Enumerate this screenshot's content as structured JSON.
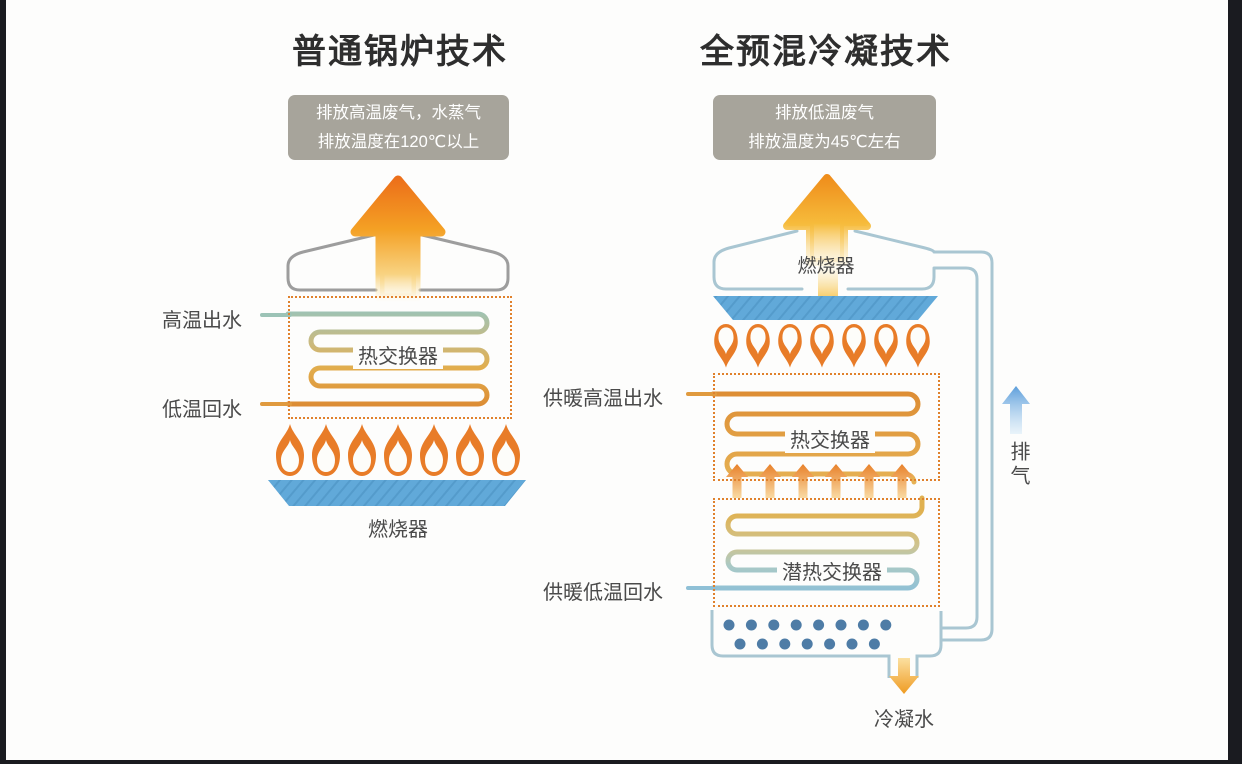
{
  "left_panel": {
    "title": "普通锅炉技术",
    "note": {
      "line1": "排放高温废气，水蒸气",
      "line2": "排放温度在120℃以上"
    },
    "labels": {
      "hot_water_out": "高温出水",
      "cold_water_return": "低温回水",
      "heat_exchanger": "热交换器",
      "burner": "燃烧器"
    },
    "flame_count": 7
  },
  "right_panel": {
    "title": "全预混冷凝技术",
    "note": {
      "line1": "排放低温废气",
      "line2": "排放温度为45℃左右"
    },
    "labels": {
      "burner": "燃烧器",
      "heat_exchanger": "热交换器",
      "latent_heat_exchanger": "潜热交换器",
      "heating_hot_water_out": "供暖高温出水",
      "heating_cold_water_return": "供暖低温回水",
      "condensate": "冷凝水",
      "exhaust": "排气"
    },
    "flame_count": 7,
    "transfer_arrow_count": 6,
    "transfer_arrow_centers": [
      737,
      770,
      803,
      836,
      869,
      902
    ],
    "condensate_dots": {
      "row1": 8,
      "row2": 7
    }
  },
  "colors": {
    "note_box_gray": "#a7a49b",
    "dotted_border_orange": "#e0812c",
    "flame_orange": "#e87c28",
    "burner_plate_blue": "#61a9d9",
    "pipe_blue_gray": "#a9c6d2",
    "coil_teal": "#9cc3b6",
    "coil_orange": "#dd8c33",
    "water_return_blue": "#8fc0d6",
    "exhaust_arrow_blue": "#5c9edb",
    "big_arrow_orange": "#ec6d19",
    "condensate_dot_blue": "#4e7ca6"
  }
}
